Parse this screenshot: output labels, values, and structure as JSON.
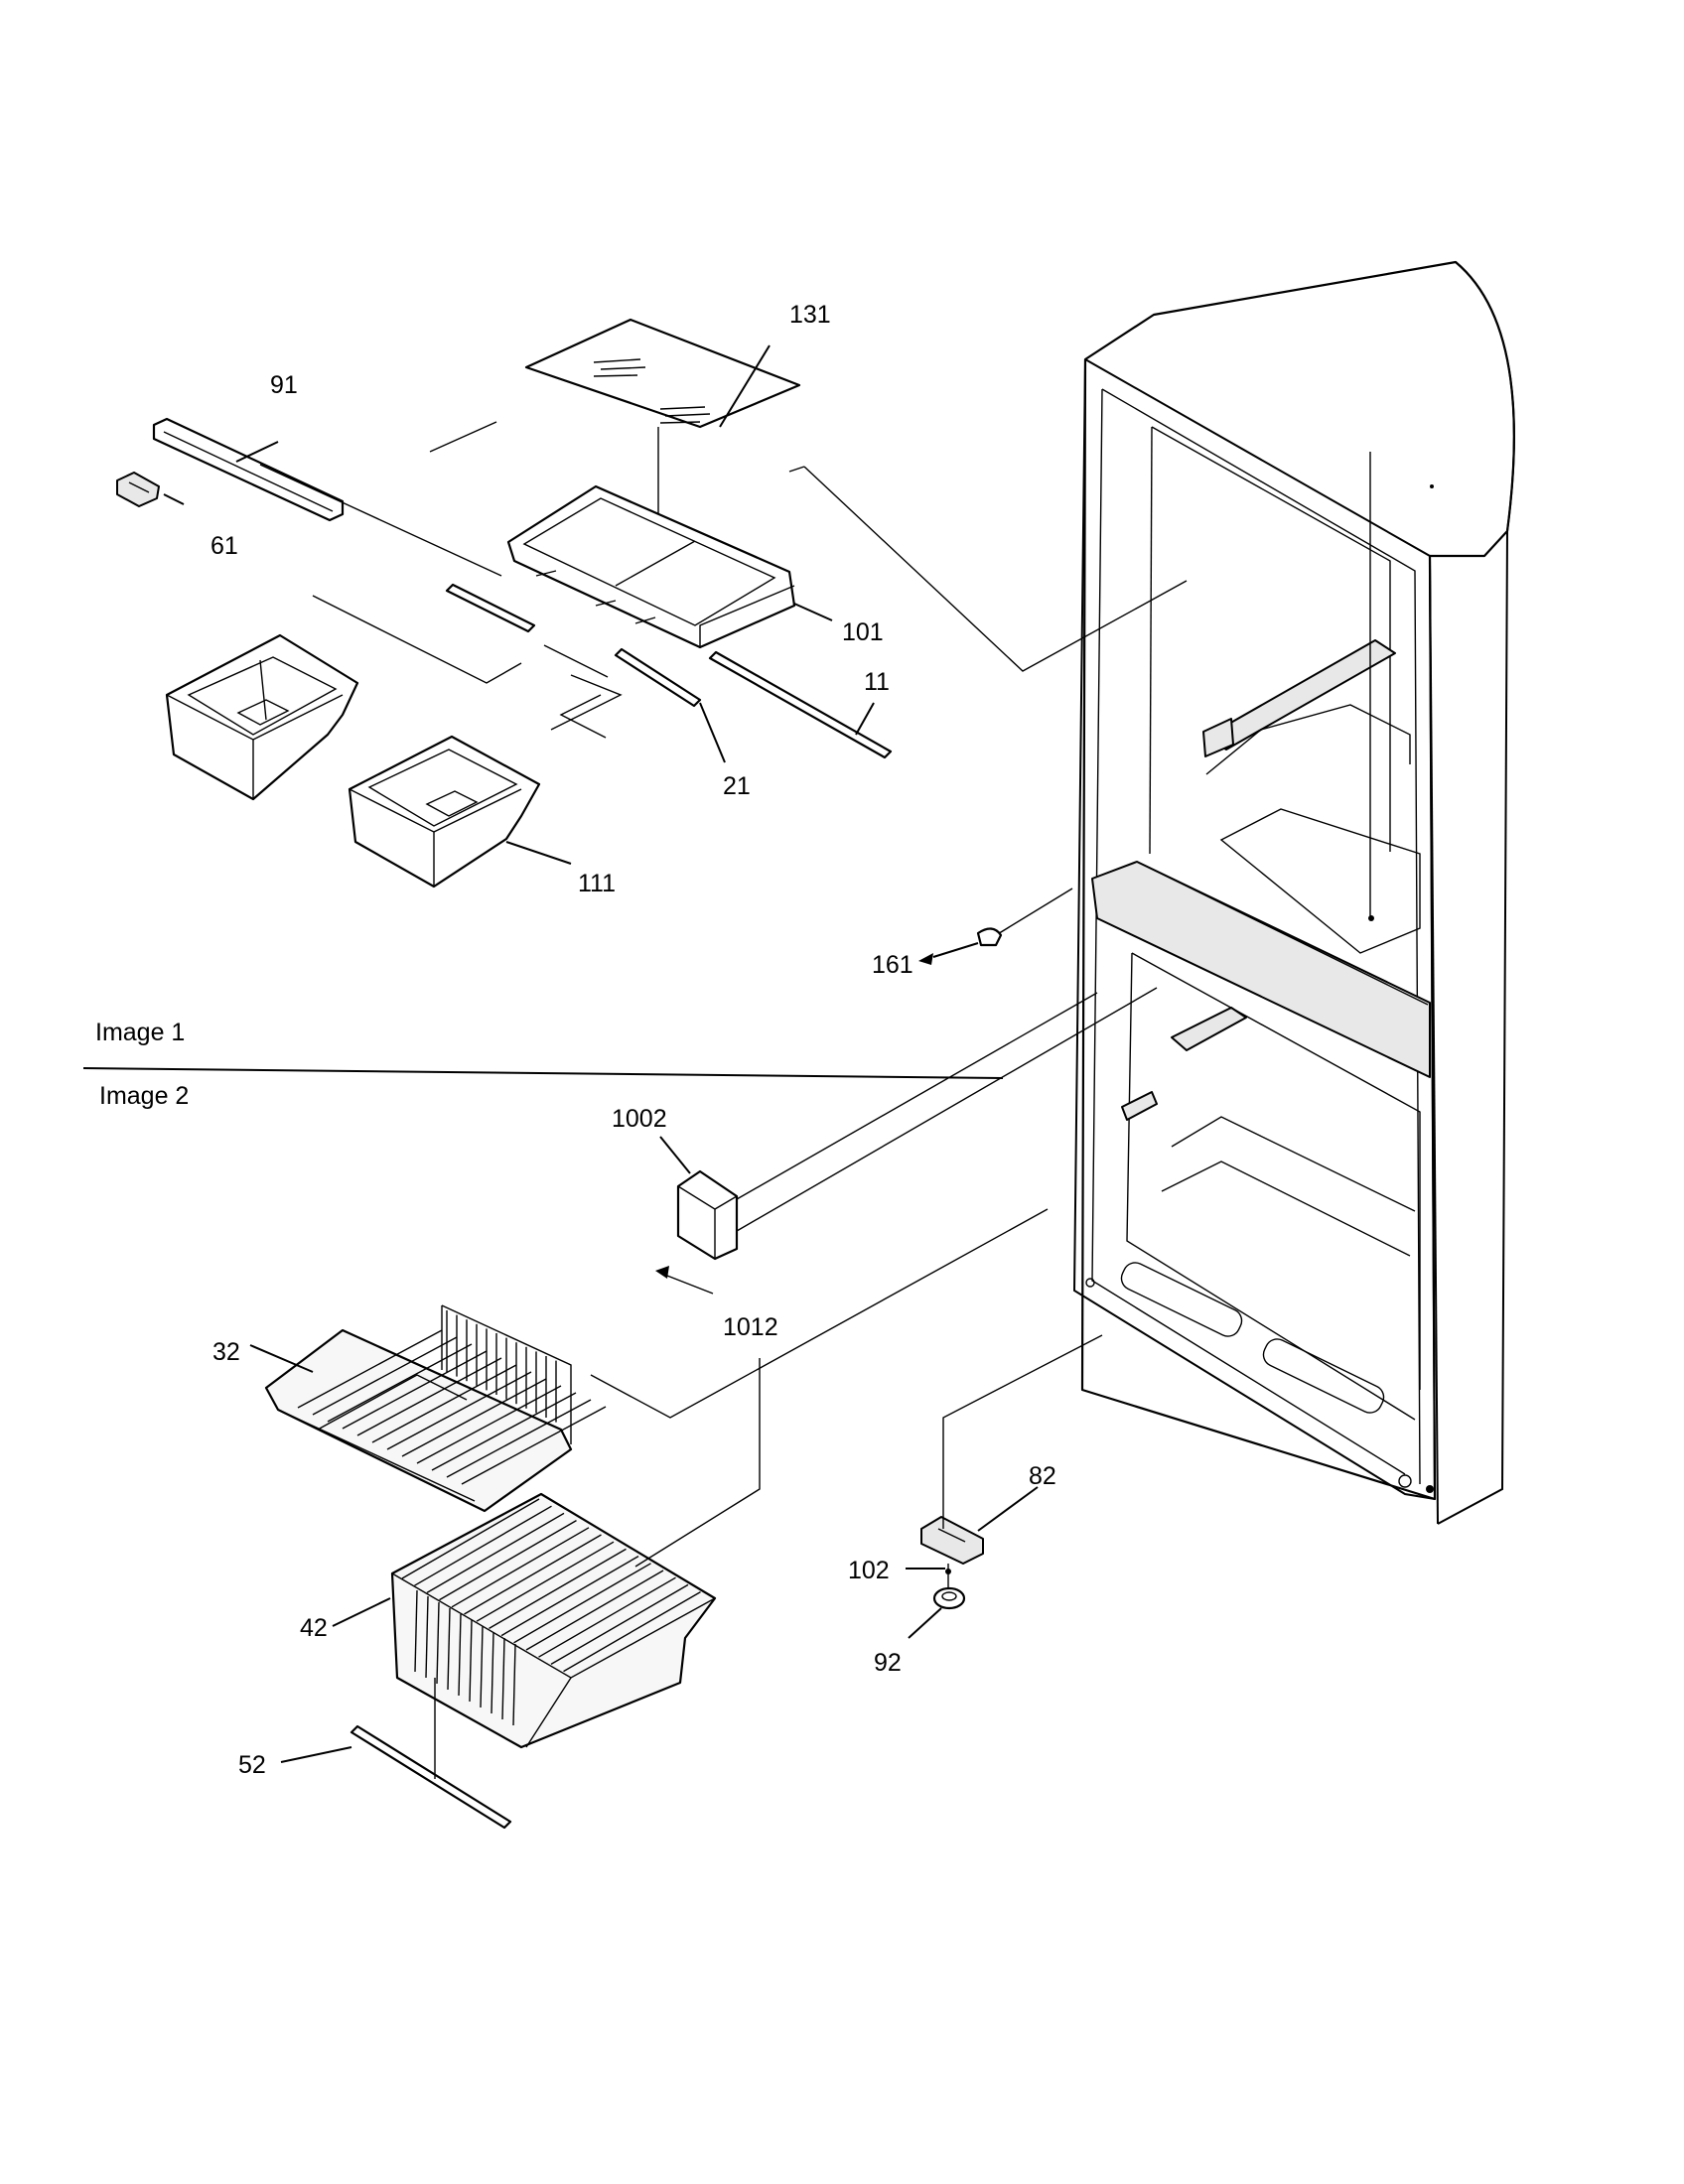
{
  "sections": {
    "image_1": "Image 1",
    "image_2": "Image 2"
  },
  "callouts": [
    {
      "id": "131",
      "text": "131"
    },
    {
      "id": "91",
      "text": "91"
    },
    {
      "id": "61",
      "text": "61"
    },
    {
      "id": "101",
      "text": "101"
    },
    {
      "id": "11",
      "text": "11"
    },
    {
      "id": "21",
      "text": "21"
    },
    {
      "id": "111",
      "text": "111"
    },
    {
      "id": "161",
      "text": "161"
    },
    {
      "id": "1002",
      "text": "1002"
    },
    {
      "id": "1012",
      "text": "1012"
    },
    {
      "id": "32",
      "text": "32"
    },
    {
      "id": "42",
      "text": "42"
    },
    {
      "id": "52",
      "text": "52"
    },
    {
      "id": "82",
      "text": "82"
    },
    {
      "id": "102",
      "text": "102"
    },
    {
      "id": "92",
      "text": "92"
    }
  ]
}
